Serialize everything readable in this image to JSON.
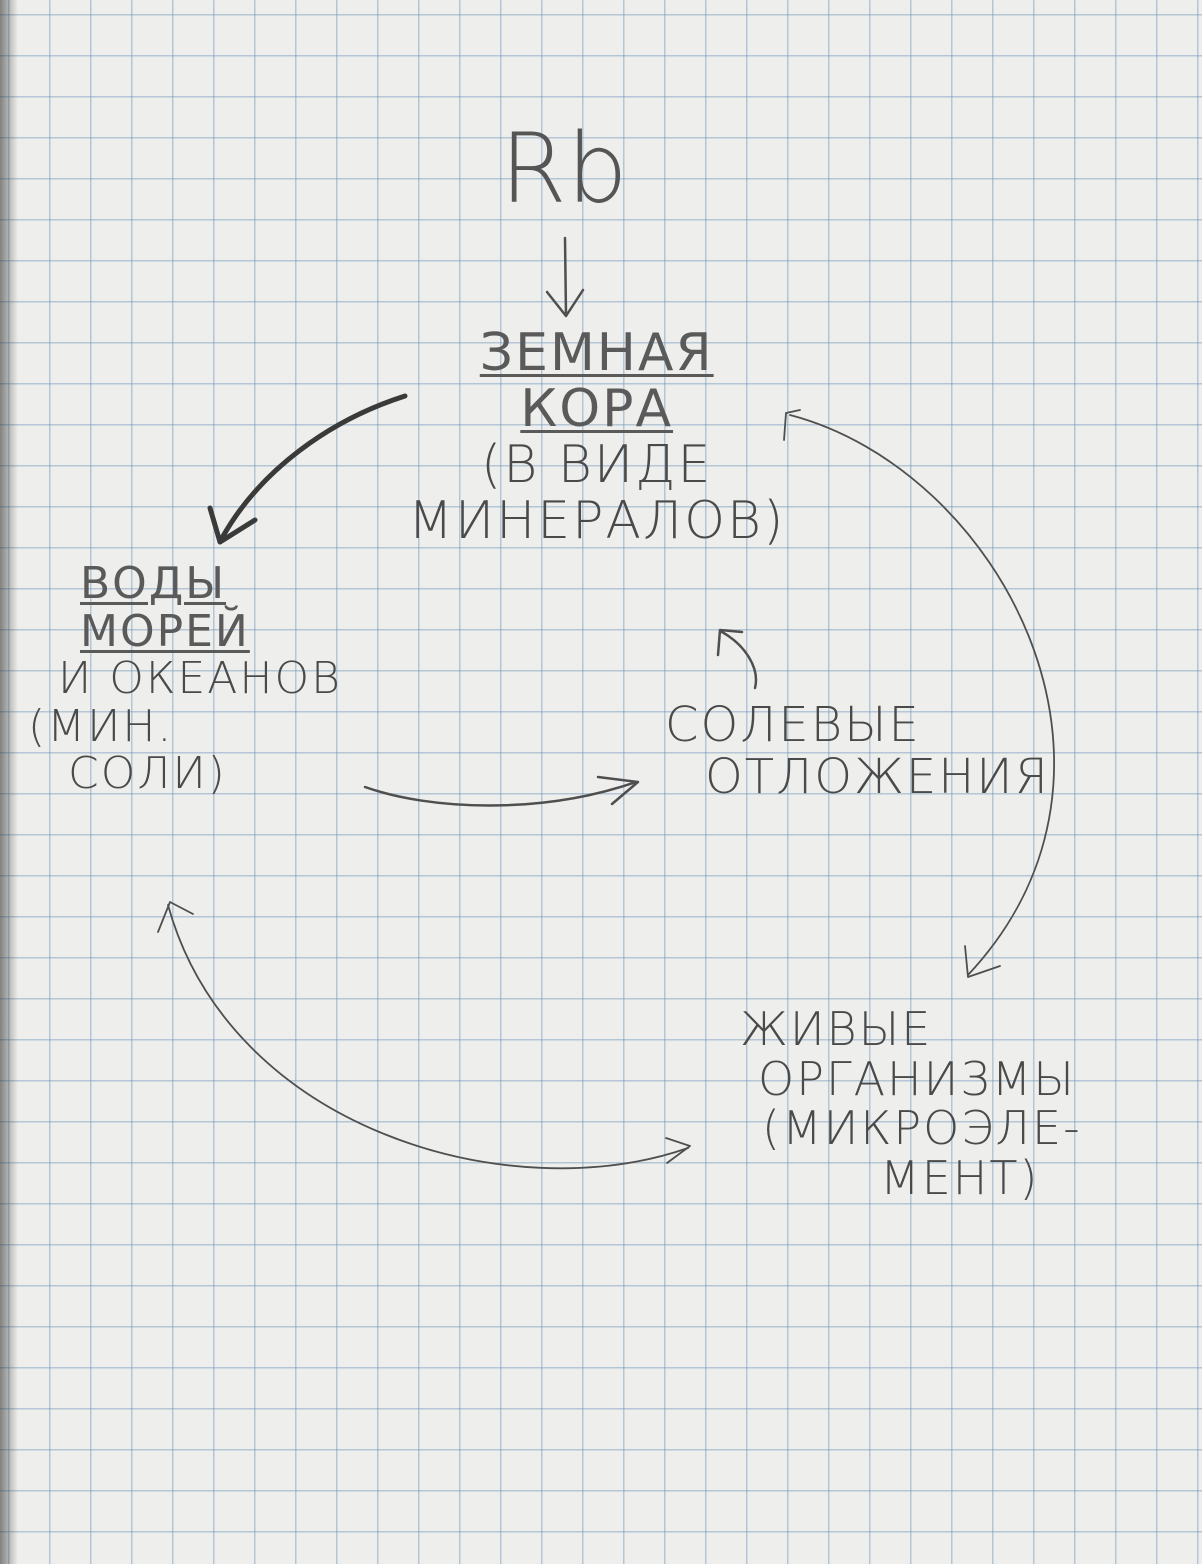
{
  "diagram": {
    "element": "Rb",
    "nodes": {
      "crust": {
        "title_lines": [
          "Земная",
          "кора"
        ],
        "detail_lines": [
          "(в виде",
          "минералов)"
        ]
      },
      "water": {
        "title_lines": [
          "Воды",
          "морей"
        ],
        "detail_lines": [
          "и океанов",
          "(мин.",
          "соли)"
        ]
      },
      "salt": {
        "lines": [
          "Солевые",
          "отложения"
        ]
      },
      "life": {
        "lines": [
          "Живые",
          "организмы",
          "(микроэле-",
          "мент)"
        ]
      }
    },
    "colors": {
      "paper": "#eeeeec",
      "grid": "#6e96b9",
      "pencil": "#4a4a4a"
    },
    "links": [
      {
        "from": "element",
        "to": "crust",
        "direction": "one-way"
      },
      {
        "from": "crust",
        "to": "water",
        "direction": "one-way"
      },
      {
        "from": "water",
        "to": "salt",
        "direction": "one-way"
      },
      {
        "from": "salt",
        "to": "crust",
        "direction": "one-way"
      },
      {
        "from": "crust",
        "to": "life",
        "direction": "both"
      },
      {
        "from": "water",
        "to": "life",
        "direction": "both"
      }
    ]
  }
}
